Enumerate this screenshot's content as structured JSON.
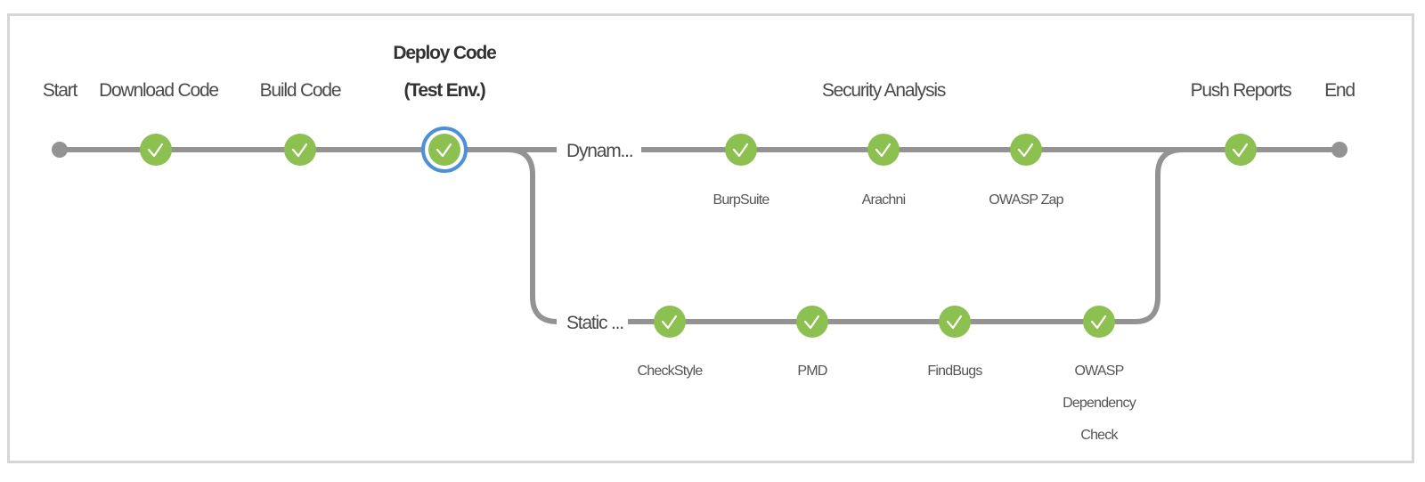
{
  "pipeline": {
    "start_label": "Start",
    "end_label": "End",
    "stages": [
      {
        "label": "Download Code",
        "status": "success"
      },
      {
        "label": "Build Code",
        "status": "success"
      },
      {
        "label_line1": "Deploy Code",
        "label_line2": "(Test Env.)",
        "status": "success",
        "selected": true
      },
      {
        "label": "Security Analysis"
      },
      {
        "label": "Push Reports",
        "status": "success"
      }
    ],
    "branches": [
      {
        "label": "Dynam...",
        "steps": [
          {
            "label": "BurpSuite",
            "status": "success"
          },
          {
            "label": "Arachni",
            "status": "success"
          },
          {
            "label": "OWASP Zap",
            "status": "success"
          }
        ]
      },
      {
        "label": "Static ...",
        "steps": [
          {
            "label": "CheckStyle",
            "status": "success"
          },
          {
            "label": "PMD",
            "status": "success"
          },
          {
            "label": "FindBugs",
            "status": "success"
          },
          {
            "label_lines": [
              "OWASP",
              "Dependency",
              "Check"
            ],
            "status": "success"
          }
        ]
      }
    ]
  },
  "colors": {
    "success": "#8cc04f",
    "line": "#949393",
    "selected": "#4a90e2"
  }
}
